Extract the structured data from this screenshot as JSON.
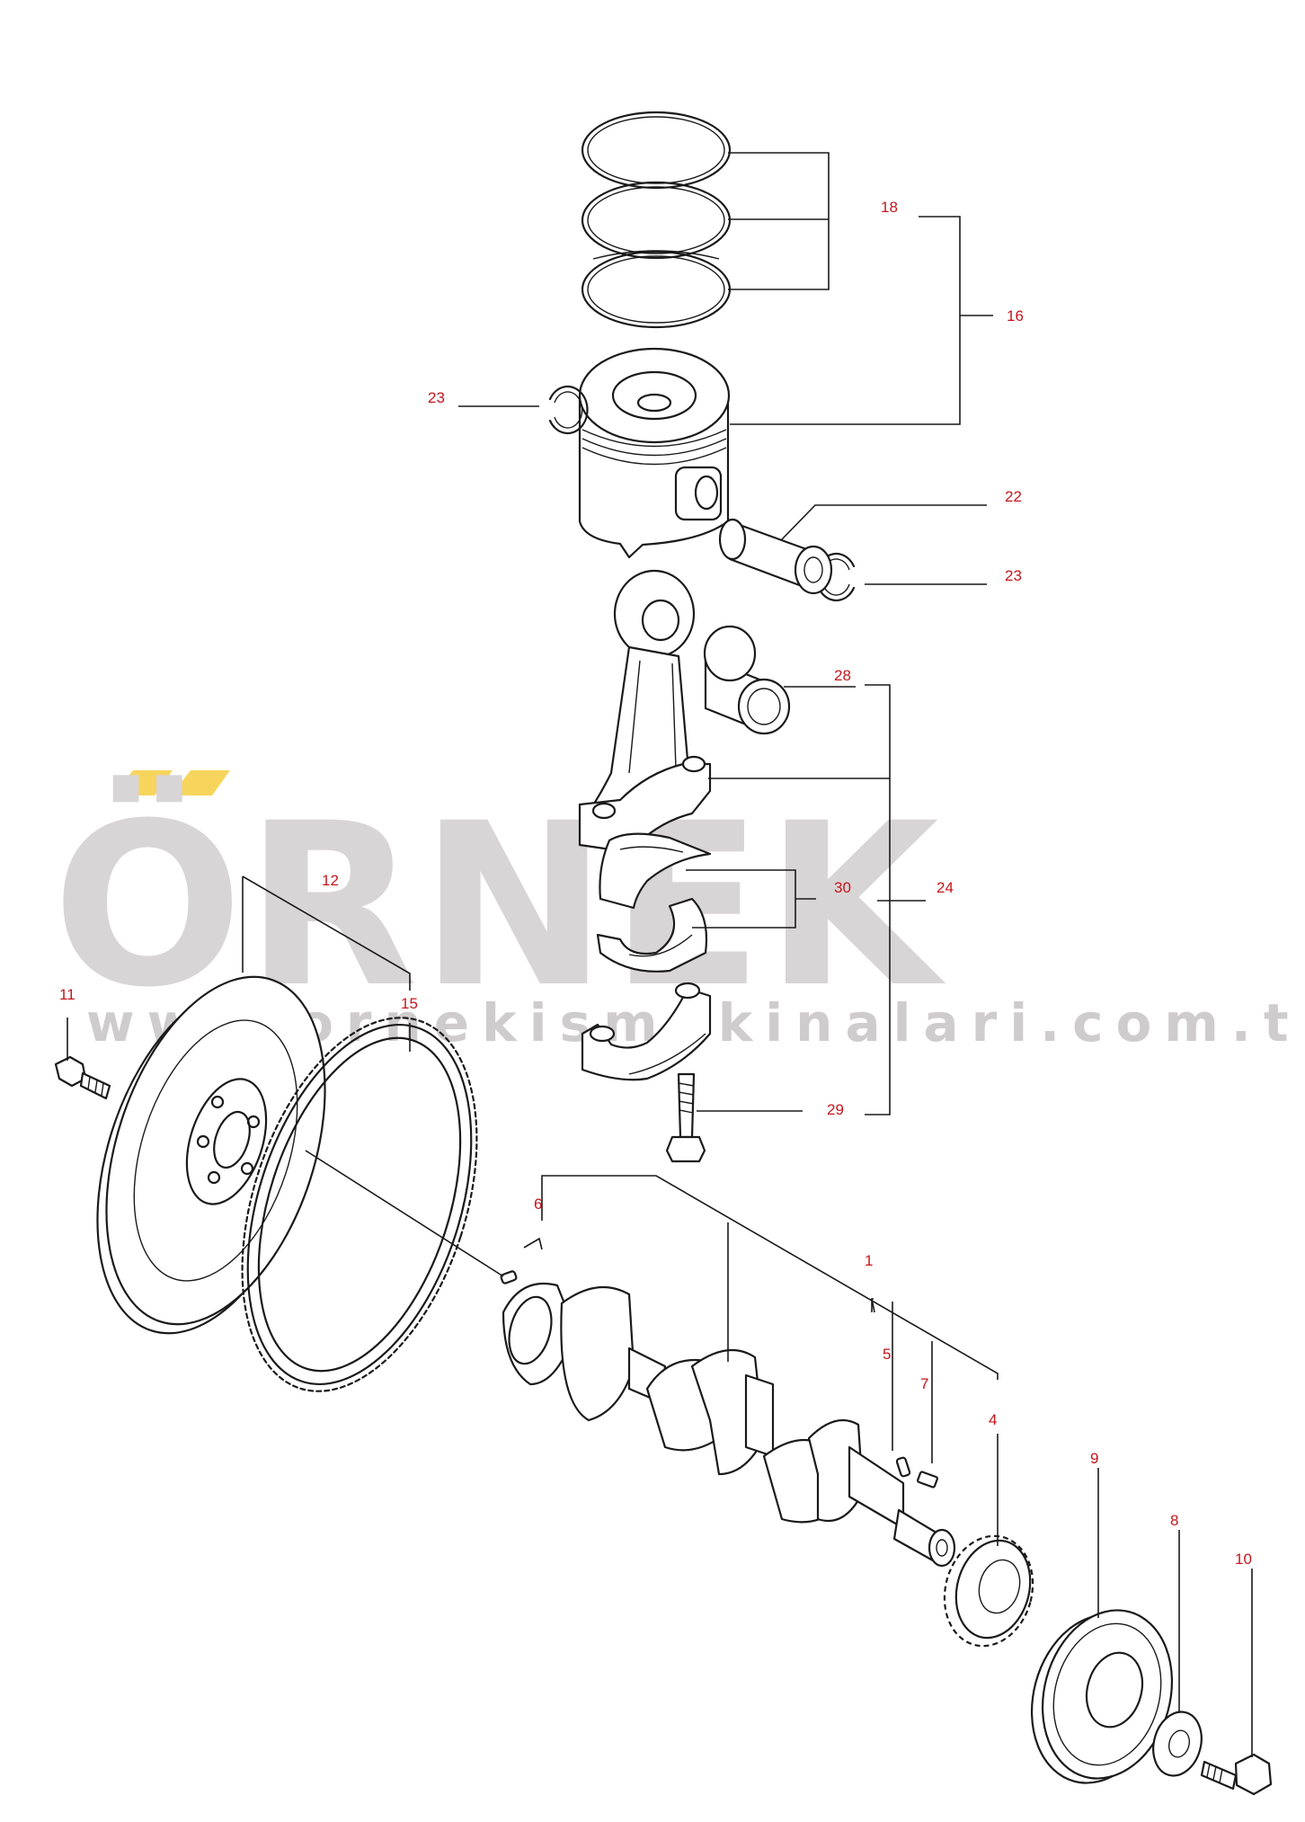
{
  "watermark": {
    "brand": "ÖRNEK",
    "url": "www.ornekismakinalari.com.tr",
    "accent_color": "#f7d55c"
  },
  "colors": {
    "callout": "#c4161c",
    "line": "#1a1a1a",
    "watermark": "#d8d5d6"
  },
  "callouts": [
    {
      "id": "c18",
      "label": "18"
    },
    {
      "id": "c16",
      "label": "16"
    },
    {
      "id": "c23a",
      "label": "23"
    },
    {
      "id": "c22",
      "label": "22"
    },
    {
      "id": "c23b",
      "label": "23"
    },
    {
      "id": "c28",
      "label": "28"
    },
    {
      "id": "c12",
      "label": "12"
    },
    {
      "id": "c30",
      "label": "30"
    },
    {
      "id": "c24",
      "label": "24"
    },
    {
      "id": "c11",
      "label": "11"
    },
    {
      "id": "c15",
      "label": "15"
    },
    {
      "id": "c29",
      "label": "29"
    },
    {
      "id": "c6",
      "label": "6"
    },
    {
      "id": "c1",
      "label": "1"
    },
    {
      "id": "c5",
      "label": "5"
    },
    {
      "id": "c7",
      "label": "7"
    },
    {
      "id": "c4",
      "label": "4"
    },
    {
      "id": "c9",
      "label": "9"
    },
    {
      "id": "c8",
      "label": "8"
    },
    {
      "id": "c10",
      "label": "10"
    }
  ]
}
